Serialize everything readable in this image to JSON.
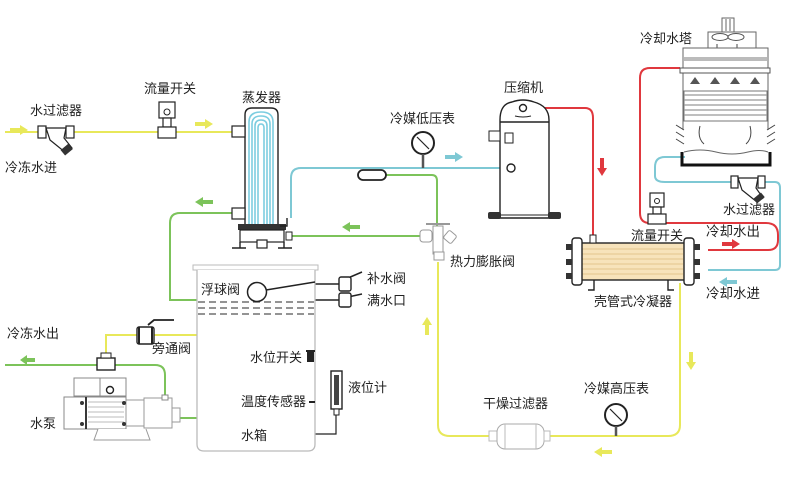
{
  "title": "冷水机工作原理图",
  "colors": {
    "chilled_water_in": "#e8e85a",
    "chilled_water_out": "#7cc35a",
    "refrigerant_low": "#7ec8d4",
    "refrigerant_high": "#e0383e",
    "refrigerant_liquid": "#e8e85a",
    "cooling_water_in": "#7ec8d4",
    "cooling_water_out": "#e0383e",
    "outline": "#222222",
    "tube": "#7ccde0",
    "condenser_tubes": "#f2d8a8"
  },
  "labels": {
    "water_filter_left": "水过滤器",
    "chilled_water_in": "冷冻水进",
    "flow_switch_left": "流量开关",
    "evaporator": "蒸发器",
    "low_pressure_gauge": "冷媒低压表",
    "compressor": "压缩机",
    "cooling_tower": "冷却水塔",
    "water_filter_right": "水过滤器",
    "flow_switch_right": "流量开关",
    "cooling_water_out": "冷却水出",
    "cooling_water_in": "冷却水进",
    "condenser": "壳管式冷凝器",
    "expansion_valve": "热力膨胀阀",
    "float_valve": "浮球阀",
    "makeup_valve": "补水阀",
    "overflow": "满水口",
    "chilled_water_out": "冷冻水出",
    "bypass_valve": "旁通阀",
    "level_switch": "水位开关",
    "temp_sensor": "温度传感器",
    "level_gauge": "液位计",
    "water_tank": "水箱",
    "pump": "水泵",
    "drier_filter": "干燥过滤器",
    "high_pressure_gauge": "冷媒高压表"
  }
}
